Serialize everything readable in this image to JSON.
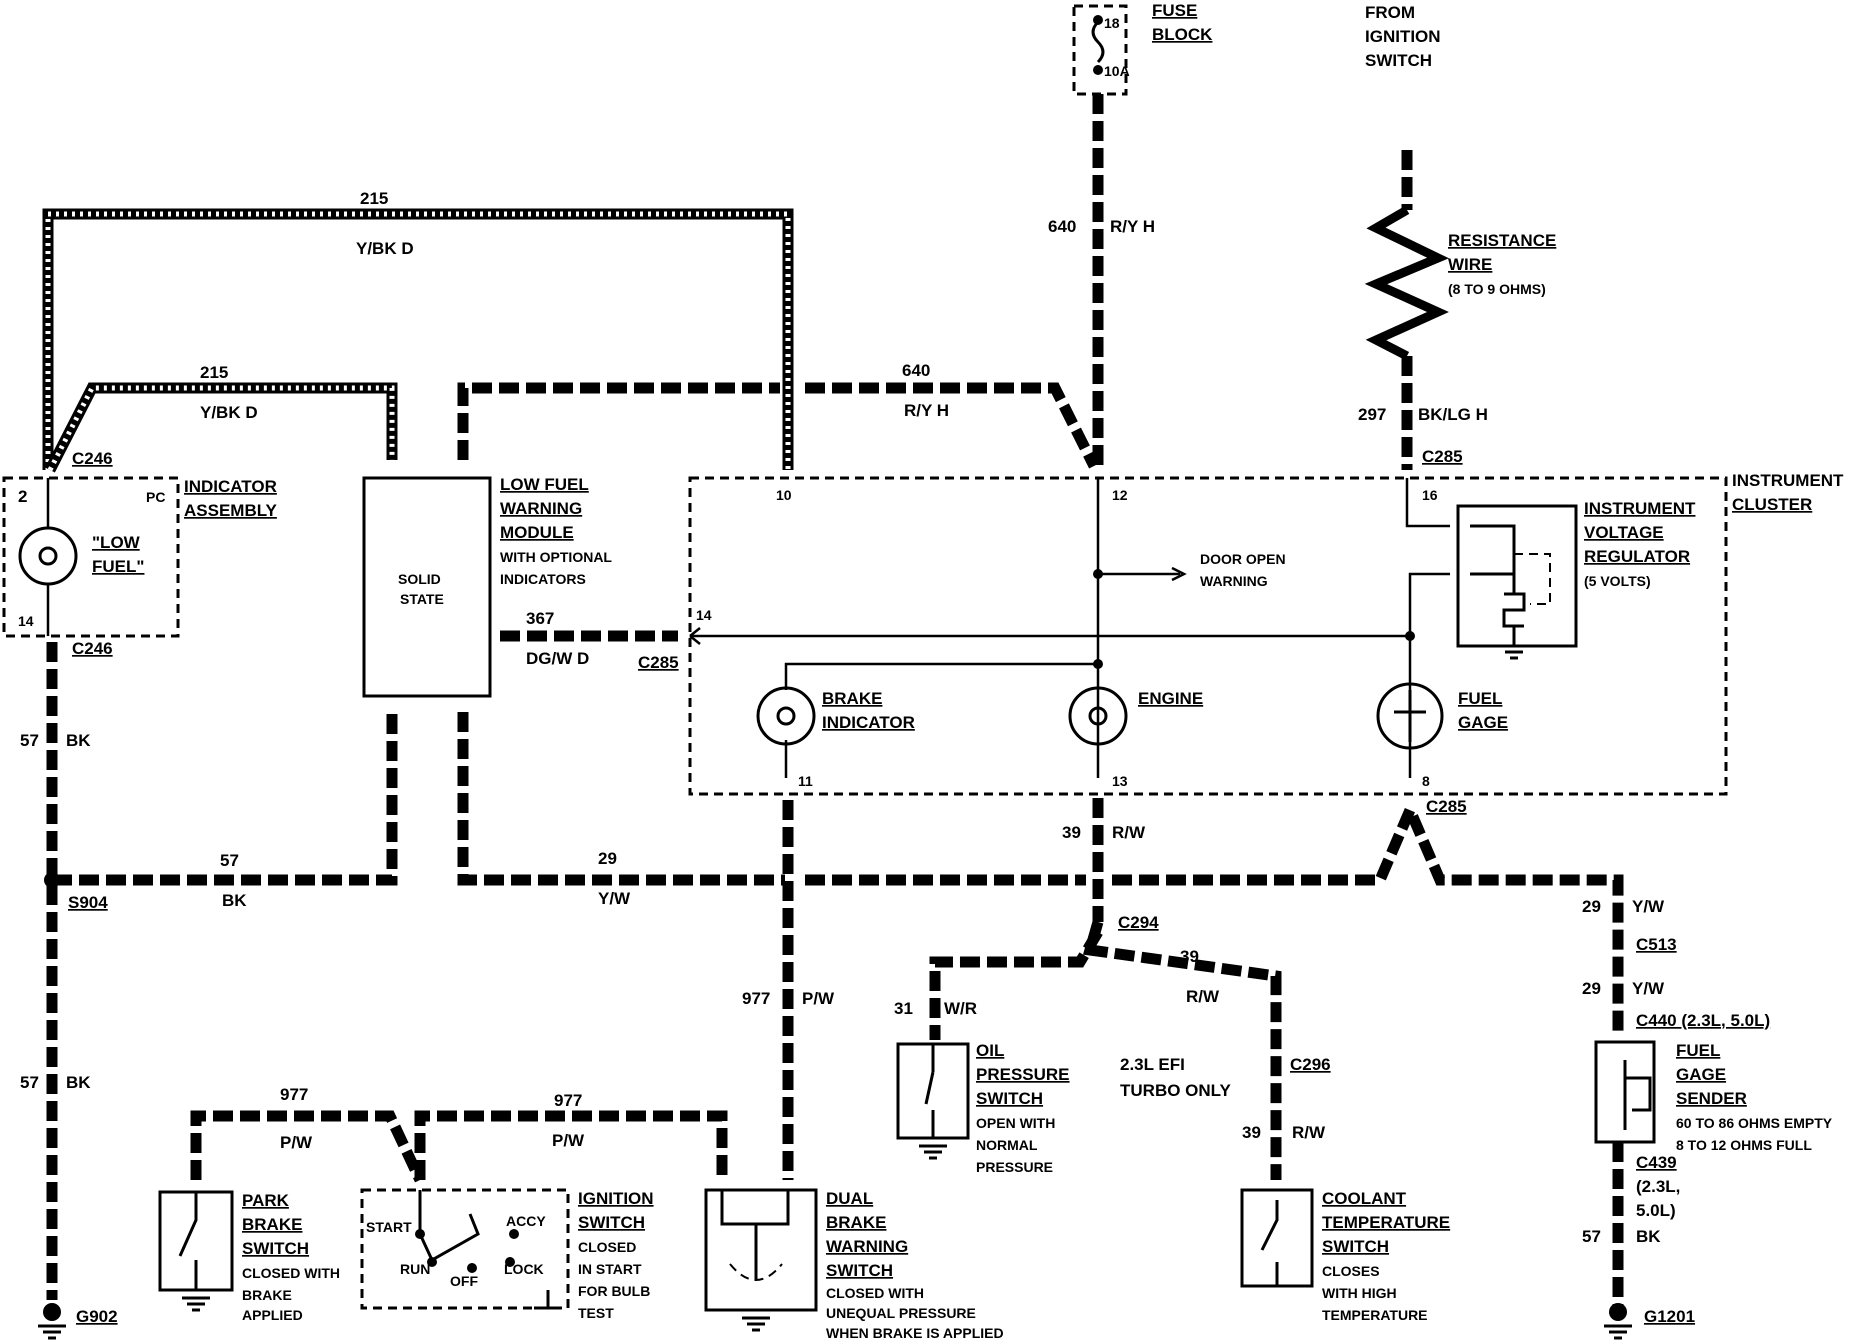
{
  "title": "",
  "colors": {
    "ink": "#000000",
    "paper": "#ffffff"
  },
  "top": {
    "fuse_block": [
      "FUSE",
      "BLOCK"
    ],
    "fuse_number": "18",
    "fuse_rating": "10A",
    "from_ignition": [
      "FROM",
      "IGNITION",
      "SWITCH"
    ],
    "resistance_wire": [
      "RESISTANCE",
      "WIRE"
    ],
    "resistance_value": "(8 TO 9 OHMS)"
  },
  "wires": {
    "w215_top_num": "215",
    "w215_top_color": "Y/BK D",
    "w215_low_num": "215",
    "w215_low_color": "Y/BK D",
    "w640_vert_num": "640",
    "w640_vert_color": "R/Y H",
    "w640_horiz_num": "640",
    "w640_horiz_color": "R/Y H",
    "w297_num": "297",
    "w297_color": "BK/LG H",
    "w367_num": "367",
    "w367_color": "DG/W D",
    "w57_a_num": "57",
    "w57_a_color": "BK",
    "w57_b_num": "57",
    "w57_b_color": "BK",
    "w57_c_num": "57",
    "w57_c_color": "BK",
    "w29_num": "29",
    "w29_color": "Y/W",
    "w39_a_num": "39",
    "w39_a_color": "R/W",
    "w39_b_num": "39",
    "w39_b_color": "R/W",
    "w39_c_num": "39",
    "w39_c_color": "R/W",
    "w31_num": "31",
    "w31_color": "W/R",
    "w977_a_num": "977",
    "w977_a_color": "P/W",
    "w977_b_num": "977",
    "w977_b_color": "P/W",
    "w977_c_num": "977",
    "w977_c_color": "P/W",
    "w29_r1_num": "29",
    "w29_r1_color": "Y/W",
    "w29_r2_num": "29",
    "w29_r2_color": "Y/W",
    "w57_r_num": "57",
    "w57_r_color": "BK"
  },
  "connectors": {
    "c246_top": "C246",
    "c246_bot": "C246",
    "c285_left": "C285",
    "c285_top": "C285",
    "c285_bot": "C285",
    "s904": "S904",
    "g902": "G902",
    "c294": "C294",
    "c296": "C296",
    "c513": "C513",
    "c440": "C440 (2.3L, 5.0L)",
    "c439": "C439",
    "c439_note": [
      "(2.3L,",
      "5.0L)"
    ],
    "g1201": "G1201",
    "pin_2": "2",
    "pin_pc": "PC",
    "pin_14_ind": "14",
    "pin_10": "10",
    "pin_12": "12",
    "pin_16": "16",
    "pin_14_cl": "14",
    "pin_11": "11",
    "pin_13": "13",
    "pin_8": "8"
  },
  "components": {
    "indicator_assembly": [
      "INDICATOR",
      "ASSEMBLY"
    ],
    "low_fuel_lamp": [
      "\"LOW",
      "FUEL\""
    ],
    "low_fuel_module": [
      "LOW FUEL",
      "WARNING",
      "MODULE"
    ],
    "module_note": [
      "WITH OPTIONAL",
      "INDICATORS"
    ],
    "solid_state": [
      "SOLID",
      "STATE"
    ],
    "instrument_cluster": [
      "INSTRUMENT",
      "CLUSTER"
    ],
    "voltage_regulator": [
      "INSTRUMENT",
      "VOLTAGE",
      "REGULATOR"
    ],
    "voltage_note": "(5 VOLTS)",
    "door_open": [
      "DOOR OPEN",
      "WARNING"
    ],
    "brake_indicator": [
      "BRAKE",
      "INDICATOR"
    ],
    "engine": "ENGINE",
    "fuel_gage": [
      "FUEL",
      "GAGE"
    ],
    "oil_switch": [
      "OIL",
      "PRESSURE",
      "SWITCH"
    ],
    "oil_note": [
      "OPEN WITH",
      "NORMAL",
      "PRESSURE"
    ],
    "turbo_note": [
      "2.3L EFI",
      "TURBO ONLY"
    ],
    "coolant_switch": [
      "COOLANT",
      "TEMPERATURE",
      "SWITCH"
    ],
    "coolant_note": [
      "CLOSES",
      "WITH HIGH",
      "TEMPERATURE"
    ],
    "fuel_sender": [
      "FUEL",
      "GAGE",
      "SENDER"
    ],
    "sender_note": [
      "60 TO 86 OHMS EMPTY",
      "8 TO 12 OHMS FULL"
    ],
    "park_brake": [
      "PARK",
      "BRAKE",
      "SWITCH"
    ],
    "park_note": [
      "CLOSED WITH",
      "BRAKE",
      "APPLIED"
    ],
    "ignition_switch": [
      "IGNITION",
      "SWITCH"
    ],
    "ignition_note": [
      "CLOSED",
      "IN START",
      "FOR BULB",
      "TEST"
    ],
    "ign_positions": {
      "start": "START",
      "accy": "ACCY",
      "run": "RUN",
      "off": "OFF",
      "lock": "LOCK"
    },
    "dual_brake": [
      "DUAL",
      "BRAKE",
      "WARNING",
      "SWITCH"
    ],
    "dual_note": [
      "CLOSED WITH",
      "UNEQUAL PRESSURE",
      "WHEN BRAKE IS APPLIED"
    ]
  }
}
